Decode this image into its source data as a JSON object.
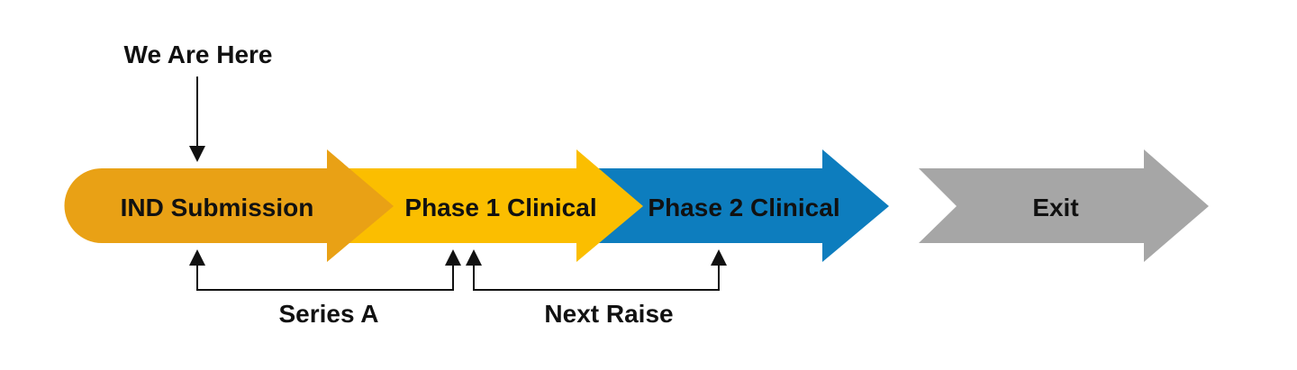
{
  "marker": {
    "label": "We Are Here"
  },
  "stages": [
    {
      "label": "IND Submission",
      "color": "#E9A115"
    },
    {
      "label": "Phase 1 Clinical",
      "color": "#FBBE00"
    },
    {
      "label": "Phase 2 Clinical",
      "color": "#0D7DBE"
    },
    {
      "label": "Exit",
      "color": "#A6A6A6"
    }
  ],
  "brackets": [
    {
      "label": "Series A"
    },
    {
      "label": "Next Raise"
    }
  ]
}
